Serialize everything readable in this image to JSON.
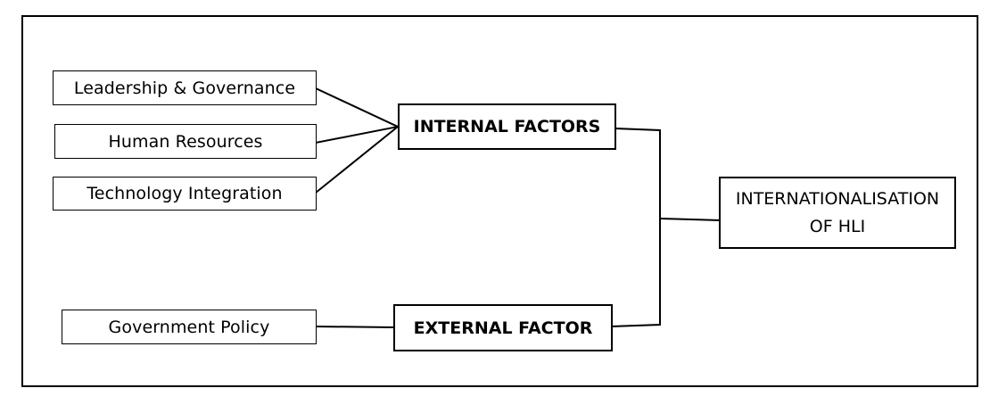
{
  "diagram": {
    "internal_factors": [
      {
        "label": "Leadership & Governance"
      },
      {
        "label": "Human Resources"
      },
      {
        "label": "Technology Integration"
      }
    ],
    "external_factors": [
      {
        "label": "Government Policy"
      }
    ],
    "internal_category": "INTERNAL FACTORS",
    "external_category": "EXTERNAL FACTOR",
    "outcome": "INTERNATIONALISATION\nOF HLI",
    "colors": {
      "line": "#000000",
      "background": "#ffffff"
    }
  }
}
